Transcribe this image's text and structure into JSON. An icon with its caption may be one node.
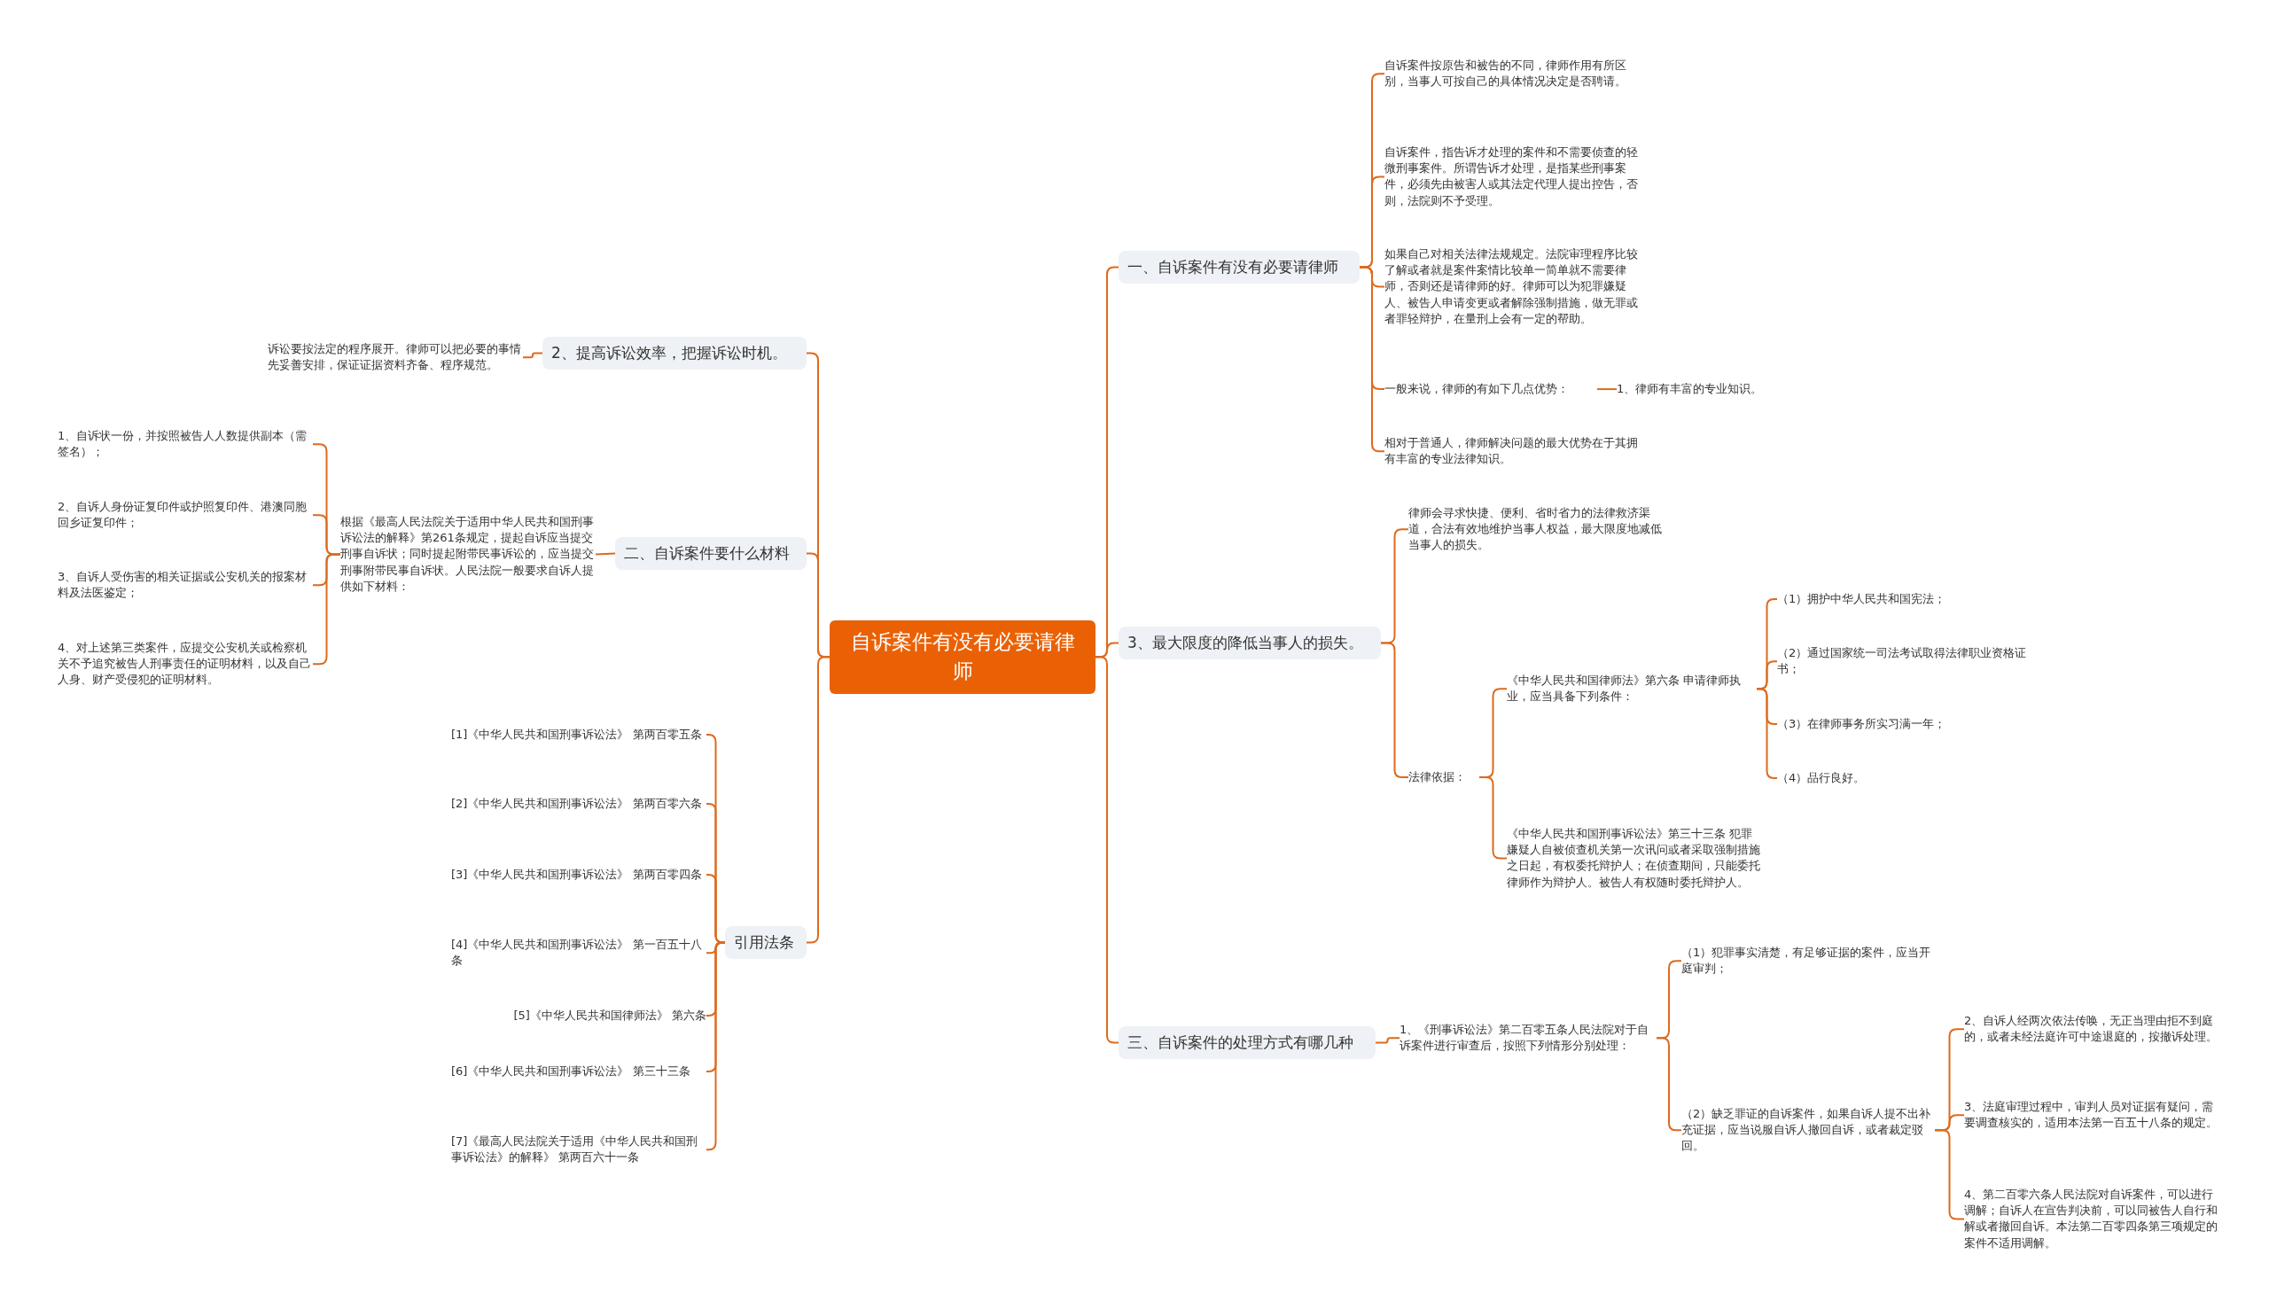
{
  "diagram": {
    "nodes": [
      {
        "text": [
          "自诉案件有没有必要请律师"
        ]
      },
      {
        "text": [
          "一、自诉案件有没有必要请律师"
        ]
      },
      {
        "text": [
          "自诉案件按原告和被告的不同，律师作用有所区别，当事人可按自己的具体情况决定是否聘请。"
        ]
      },
      {
        "text": [
          "自诉案件，指告诉才处理的案件和不需要侦查的轻微刑事案件。所谓告诉才处理，是指某些刑事案件，必须先由被害人或其法定代理人提出控告，否则，法院则不予受理。"
        ]
      },
      {
        "text": [
          "如果自己对相关法律法规规定。法院审理程序比较了解或者就是案件案情比较单一简单就不需要律师，否则还是请律师的好。律师可以为犯罪嫌疑人、被告人申请变更或者解除强制措施，做无罪或者罪轻辩护，在量刑上会有一定的帮助。"
        ]
      },
      {
        "text": [
          "一般来说，律师的有如下几点优势："
        ]
      },
      {
        "text": [
          "相对于普通人，律师解决问题的最大优势在于其拥有丰富的专业法律知识。"
        ]
      },
      {
        "text": [
          "1、律师有丰富的专业知识。"
        ]
      },
      {
        "text": [
          "3、最大限度的降低当事人的损失。"
        ]
      },
      {
        "text": [
          "律师会寻求快捷、便利、省时省力的法律救济渠道，合法有效地维护当事人权益，最大限度地减低当事人的损失。"
        ]
      },
      {
        "text": [
          "法律依据："
        ]
      },
      {
        "text": [
          "《中华人民共和国律师法》第六条 申请律师执业，应当具备下列条件："
        ]
      },
      {
        "text": [
          "（1）拥护中华人民共和国宪法；"
        ]
      },
      {
        "text": [
          "（2）通过国家统一司法考试取得法律职业资格证书；"
        ]
      },
      {
        "text": [
          "（3）在律师事务所实习满一年；"
        ]
      },
      {
        "text": [
          "（4）品行良好。"
        ]
      },
      {
        "text": [
          "《中华人民共和国刑事诉讼法》第三十三条 犯罪嫌疑人自被侦查机关第一次讯问或者采取强制措施之日起，有权委托辩护人；在侦查期间，只能委托律师作为辩护人。被告人有权随时委托辩护人。"
        ]
      },
      {
        "text": [
          "三、自诉案件的处理方式有哪几种"
        ]
      },
      {
        "text": [
          "1、《刑事诉讼法》第二百零五条人民法院对于自诉案件进行审查后，按照下列情形分别处理："
        ]
      },
      {
        "text": [
          "（1）犯罪事实清楚，有足够证据的案件，应当开庭审判；"
        ]
      },
      {
        "text": [
          "（2）缺乏罪证的自诉案件，如果自诉人提不出补充证据，应当说服自诉人撤回自诉，或者裁定驳回。"
        ]
      },
      {
        "text": [
          "2、自诉人经两次依法传唤，无正当理由拒不到庭的，或者未经法庭许可中途退庭的，按撤诉处理。"
        ]
      },
      {
        "text": [
          "3、法庭审理过程中，审判人员对证据有疑问，需要调查核实的，适用本法第一百五十八条的规定。"
        ]
      },
      {
        "text": [
          "4、第二百零六条人民法院对自诉案件，可以进行调解；自诉人在宣告判决前，可以同被告人自行和解或者撤回自诉。本法第二百零四条第三项规定的案件不适用调解。"
        ]
      },
      {
        "text": [
          "2、提高诉讼效率，把握诉讼时机。"
        ]
      },
      {
        "text": [
          "诉讼要按法定的程序展开。律师可以把必要的事情先妥善安排，保证证据资料齐备、程序规范。"
        ]
      },
      {
        "text": [
          "二、自诉案件要什么材料"
        ]
      },
      {
        "text": [
          "根据《最高人民法院关于适用中华人民共和国刑事诉讼法的解释》第261条规定，提起自诉应当提交刑事自诉状；同时提起附带民事诉讼的，应当提交刑事附带民事自诉状。人民法院一般要求自诉人提供如下材料："
        ]
      },
      {
        "text": [
          "1、自诉状一份，并按照被告人人数提供副本（需签名）；"
        ]
      },
      {
        "text": [
          "2、自诉人身份证复印件或护照复印件、港澳同胞回乡证复印件；"
        ]
      },
      {
        "text": [
          "3、自诉人受伤害的相关证据或公安机关的报案材料及法医鉴定；"
        ]
      },
      {
        "text": [
          "4、对上述第三类案件，应提交公安机关或检察机关不予追究被告人刑事责任的证明材料，以及自己人身、财产受侵犯的证明材料。"
        ]
      },
      {
        "text": [
          "引用法条"
        ]
      },
      {
        "text": [
          "[1]《中华人民共和国刑事诉讼法》 第两百零五条"
        ]
      },
      {
        "text": [
          "[2]《中华人民共和国刑事诉讼法》 第两百零六条"
        ]
      },
      {
        "text": [
          "[3]《中华人民共和国刑事诉讼法》 第两百零四条"
        ]
      },
      {
        "text": [
          "[4]《中华人民共和国刑事诉讼法》 第一百五十八条"
        ]
      },
      {
        "text": [
          "[5]《中华人民共和国律师法》 第六条"
        ]
      },
      {
        "text": [
          "[6]《中华人民共和国刑事诉讼法》 第三十三条"
        ]
      },
      {
        "text": [
          "[7]《最高人民法院关于适用《中华人民共和国刑事诉讼法》的解释》 第两百六十一条"
        ]
      }
    ],
    "edges": [
      {
        "from": 0,
        "to": 1,
        "arrow": "none"
      },
      {
        "from": 1,
        "to": 2,
        "arrow": "none"
      },
      {
        "from": 1,
        "to": 3,
        "arrow": "none"
      },
      {
        "from": 1,
        "to": 4,
        "arrow": "none"
      },
      {
        "from": 1,
        "to": 5,
        "arrow": "none"
      },
      {
        "from": 1,
        "to": 6,
        "arrow": "none"
      },
      {
        "from": 5,
        "to": 7,
        "arrow": "none"
      },
      {
        "from": 0,
        "to": 8,
        "arrow": "none"
      },
      {
        "from": 8,
        "to": 9,
        "arrow": "none"
      },
      {
        "from": 8,
        "to": 10,
        "arrow": "none"
      },
      {
        "from": 10,
        "to": 11,
        "arrow": "none"
      },
      {
        "from": 11,
        "to": 12,
        "arrow": "none"
      },
      {
        "from": 11,
        "to": 13,
        "arrow": "none"
      },
      {
        "from": 11,
        "to": 14,
        "arrow": "none"
      },
      {
        "from": 11,
        "to": 15,
        "arrow": "none"
      },
      {
        "from": 10,
        "to": 16,
        "arrow": "none"
      },
      {
        "from": 0,
        "to": 17,
        "arrow": "none"
      },
      {
        "from": 17,
        "to": 18,
        "arrow": "none"
      },
      {
        "from": 18,
        "to": 19,
        "arrow": "none"
      },
      {
        "from": 18,
        "to": 20,
        "arrow": "none"
      },
      {
        "from": 20,
        "to": 21,
        "arrow": "none"
      },
      {
        "from": 20,
        "to": 22,
        "arrow": "none"
      },
      {
        "from": 20,
        "to": 23,
        "arrow": "none"
      },
      {
        "from": 0,
        "to": 24,
        "arrow": "none"
      },
      {
        "from": 24,
        "to": 25,
        "arrow": "none"
      },
      {
        "from": 0,
        "to": 26,
        "arrow": "none"
      },
      {
        "from": 26,
        "to": 27,
        "arrow": "none"
      },
      {
        "from": 27,
        "to": 28,
        "arrow": "none"
      },
      {
        "from": 27,
        "to": 29,
        "arrow": "none"
      },
      {
        "from": 27,
        "to": 30,
        "arrow": "none"
      },
      {
        "from": 27,
        "to": 31,
        "arrow": "none"
      },
      {
        "from": 0,
        "to": 32,
        "arrow": "none"
      },
      {
        "from": 32,
        "to": 33,
        "arrow": "none"
      },
      {
        "from": 32,
        "to": 34,
        "arrow": "none"
      },
      {
        "from": 32,
        "to": 35,
        "arrow": "none"
      },
      {
        "from": 32,
        "to": 36,
        "arrow": "none"
      },
      {
        "from": 32,
        "to": 37,
        "arrow": "none"
      },
      {
        "from": 32,
        "to": 38,
        "arrow": "none"
      },
      {
        "from": 32,
        "to": 39,
        "arrow": "none"
      }
    ]
  }
}
